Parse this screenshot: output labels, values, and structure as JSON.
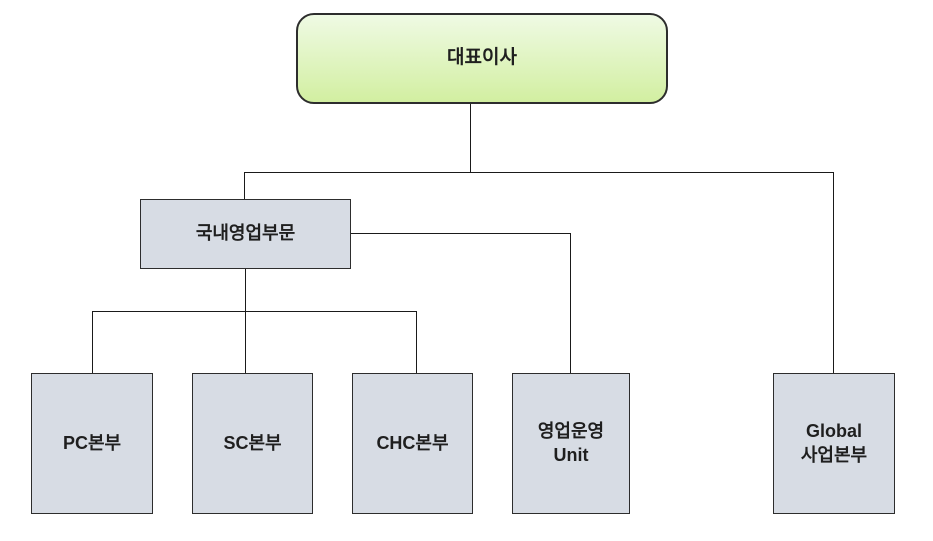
{
  "colors": {
    "background": "#ffffff",
    "line": "#1a1a1a",
    "node_border": "#2d2d2d",
    "node_fill": "#d7dce4",
    "node_text": "#1f1f1f",
    "ceo_gradient_top": "#effae4",
    "ceo_gradient_bottom": "#d2efa1"
  },
  "org_chart": {
    "root": {
      "label": "대표이사"
    },
    "division": {
      "label": "국내영업부문"
    },
    "units": [
      {
        "label": "PC본부"
      },
      {
        "label": "SC본부"
      },
      {
        "label": "CHC본부"
      },
      {
        "label": "영업운영\nUnit"
      },
      {
        "label": "Global\n사업본부"
      }
    ]
  }
}
